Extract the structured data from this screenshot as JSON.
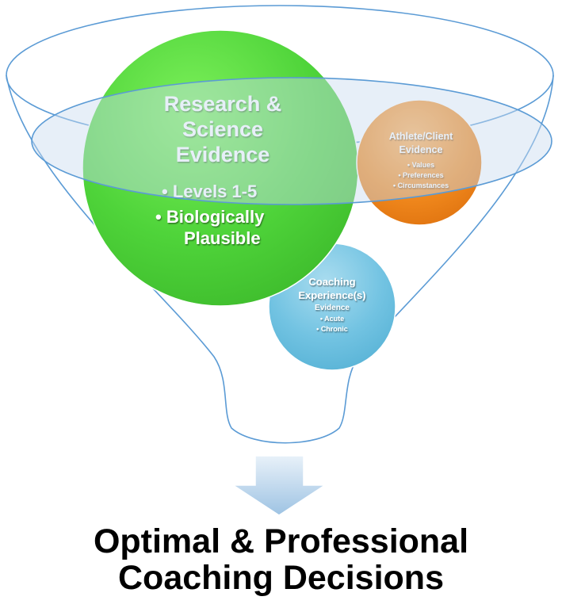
{
  "circles": {
    "research": {
      "title_lines": [
        "Research &",
        "Science",
        "Evidence"
      ],
      "bullets": [
        "Levels 1-5",
        "Biologically",
        "Plausible"
      ]
    },
    "athlete": {
      "title_lines": [
        "Athlete/Client",
        "Evidence"
      ],
      "bullets": [
        "Values",
        "Preferences",
        "Circumstances"
      ]
    },
    "coaching": {
      "title_lines": [
        "Coaching",
        "Experience(s)"
      ],
      "subtitle": "Evidence",
      "bullets": [
        "Acute",
        "Chronic"
      ]
    }
  },
  "conclusion": {
    "line1": "Optimal & Professional",
    "line2": "Coaching Decisions"
  },
  "colors": {
    "funnel_rim": "#5b9bd5",
    "funnel_fill": "#d6e6f3",
    "research_circle": "#4dd63a",
    "athlete_circle": "#f08a1c",
    "coaching_circle": "#6fc3e2",
    "arrow": "#b9d3ea"
  }
}
